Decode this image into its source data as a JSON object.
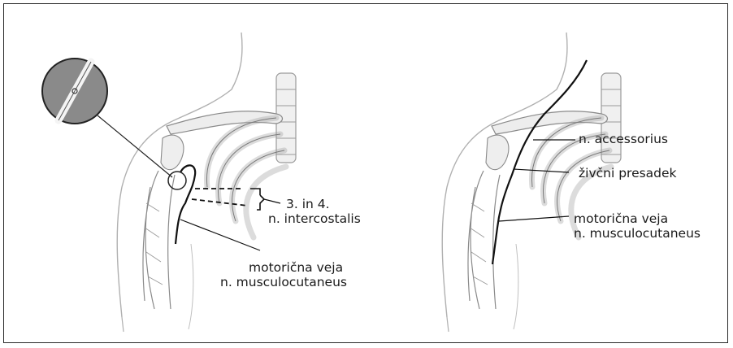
{
  "left_panel": {
    "intercostal_label_line1": "3. in 4.",
    "intercostal_label_line2": "n. intercostalis",
    "motor_label_line1": "motorična veja",
    "motor_label_line2": "n. musculocutaneus"
  },
  "right_panel": {
    "accessory_label": "n. accessorius",
    "graft_label": "živčni presadek",
    "motor_label_line1": "motorična veja",
    "motor_label_line2": "n. musculocutaneus"
  },
  "colors": {
    "frame": "#2a2a2a",
    "anatomy_stroke": "#9a9a9a",
    "nerve": "#111111",
    "magnifier_fill": "#8a8a8a"
  }
}
